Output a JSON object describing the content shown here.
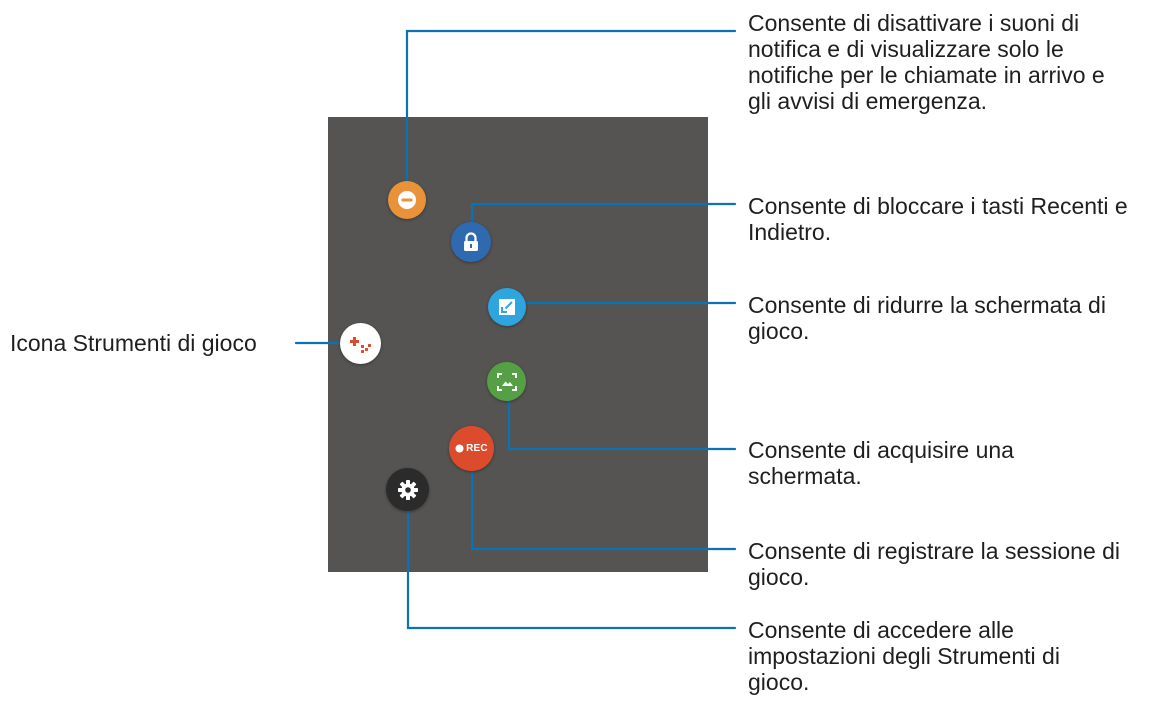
{
  "label_left": "Icona Strumenti di gioco",
  "callouts": {
    "no_alerts": "Consente di disattivare i suoni di notifica e di visualizzare solo le notifiche per le chiamate in arrivo e gli avvisi di emergenza.",
    "lock_nav": "Consente di bloccare i tasti Recenti e Indietro.",
    "minimize": "Consente di ridurre la schermata di gioco.",
    "screenshot": "Consente di acquisire una schermata.",
    "record": "Consente di registrare la sessione di gioco.",
    "settings": "Consente di accedere alle impostazioni degli Strumenti di gioco."
  },
  "buttons": {
    "rec_label": "REC"
  },
  "colors": {
    "leader_line": "#0a72b5",
    "panel": "#555453",
    "no_alerts": "#e8923a",
    "lock": "#2f6ab0",
    "minimize": "#2ea5df",
    "screenshot": "#55a044",
    "record": "#dc4b2c",
    "settings": "#2b2b2b",
    "game_tools": "#ffffff"
  },
  "icons": {
    "no_alerts": "minus-circle-icon",
    "lock": "lock-icon",
    "minimize": "minimize-icon",
    "screenshot": "screenshot-icon",
    "record": "record-icon",
    "settings": "gear-icon",
    "game_tools": "gamepad-plus-icon"
  }
}
